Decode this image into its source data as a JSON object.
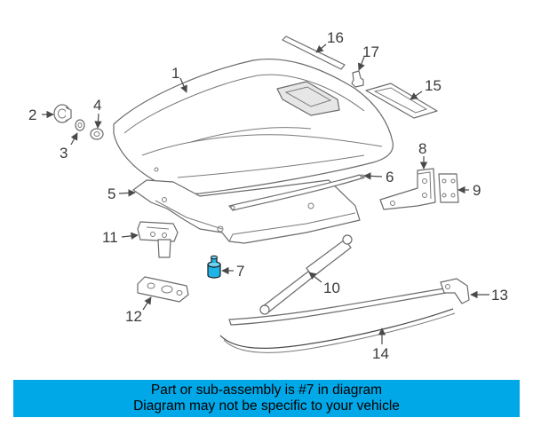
{
  "colors": {
    "banner_background": "#00a8e8",
    "highlight_part": "#1fb3e6",
    "line_art": "#6b6b6b"
  },
  "callouts": {
    "c1": "1",
    "c2": "2",
    "c3": "3",
    "c4": "4",
    "c5": "5",
    "c6": "6",
    "c7": "7",
    "c8": "8",
    "c9": "9",
    "c10": "10",
    "c11": "11",
    "c12": "12",
    "c13": "13",
    "c14": "14",
    "c15": "15",
    "c16": "16",
    "c17": "17"
  },
  "highlighted_part": "7",
  "banner": {
    "line1": "Part or sub-assembly is #7 in diagram",
    "line2": "Diagram may not be specific to your vehicle"
  }
}
